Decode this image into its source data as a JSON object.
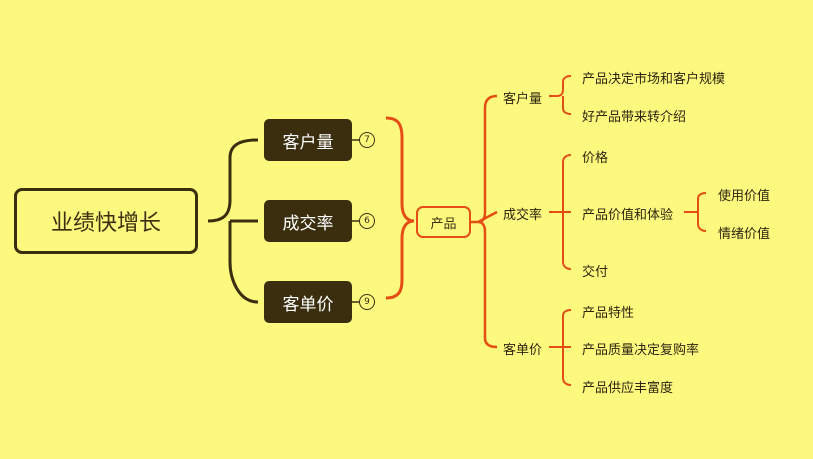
{
  "root": {
    "label": "业绩快增长"
  },
  "factors": [
    {
      "label": "客户量",
      "count": "7"
    },
    {
      "label": "成交率",
      "count": "6"
    },
    {
      "label": "客单价",
      "count": "9"
    }
  ],
  "product": {
    "label": "产品"
  },
  "branches": [
    {
      "label": "客户量",
      "children": [
        {
          "label": "产品决定市场和客户规模"
        },
        {
          "label": "好产品带来转介绍"
        }
      ]
    },
    {
      "label": "成交率",
      "children": [
        {
          "label": "价格"
        },
        {
          "label": "产品价值和体验",
          "children": [
            {
              "label": "使用价值"
            },
            {
              "label": "情绪价值"
            }
          ]
        },
        {
          "label": "交付"
        }
      ]
    },
    {
      "label": "客单价",
      "children": [
        {
          "label": "产品特性"
        },
        {
          "label": "产品质量决定复购率"
        },
        {
          "label": "产品供应丰富度"
        }
      ]
    }
  ],
  "colors": {
    "background": "#fdf97e",
    "dark": "#3a2e0f",
    "accent": "#e54d14"
  }
}
